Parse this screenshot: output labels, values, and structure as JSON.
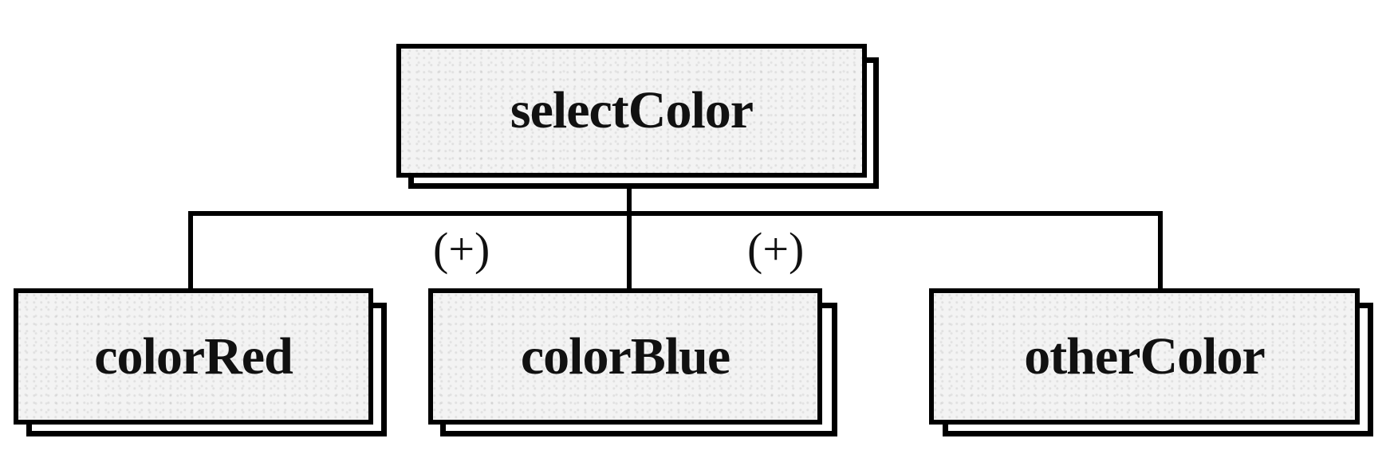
{
  "root": {
    "label": "selectColor"
  },
  "children": [
    {
      "label": "colorRed",
      "marker": ""
    },
    {
      "label": "colorBlue",
      "marker": "(+)"
    },
    {
      "label": "otherColor",
      "marker": "(+)"
    }
  ]
}
